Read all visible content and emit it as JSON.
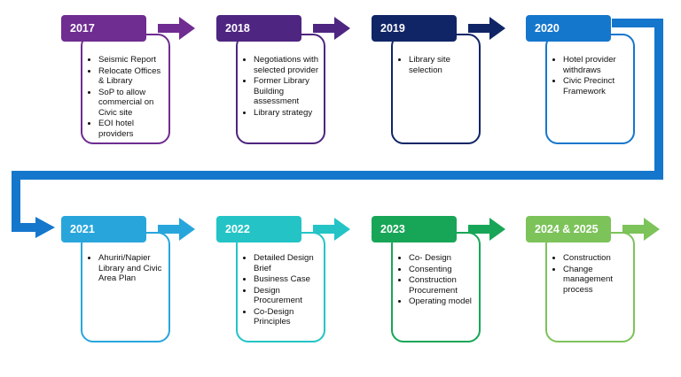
{
  "stages": [
    {
      "year": "2017",
      "color": "#6f2c91",
      "items": [
        "Seismic Report",
        "Relocate Offices & Library",
        "SoP to allow commercial on Civic site",
        "EOI hotel providers"
      ]
    },
    {
      "year": "2018",
      "color": "#4e2580",
      "items": [
        "Negotiations with selected provider",
        "Former Library Building assessment",
        "Library strategy"
      ]
    },
    {
      "year": "2019",
      "color": "#0f2566",
      "items": [
        "Library site selection"
      ]
    },
    {
      "year": "2020",
      "color": "#1577cc",
      "items": [
        "Hotel provider withdraws",
        "Civic Precinct Framework"
      ]
    },
    {
      "year": "2021",
      "color": "#28a6dc",
      "items": [
        "Ahuriri/Napier Library and Civic Area Plan"
      ]
    },
    {
      "year": "2022",
      "color": "#24c4c6",
      "items": [
        "Detailed Design Brief",
        "Business Case",
        "Design Procurement",
        "Co-Design Principles"
      ]
    },
    {
      "year": "2023",
      "color": "#17a657",
      "items": [
        "Co- Design",
        "Consenting",
        "Construction Procurement",
        "Operating model"
      ]
    },
    {
      "year": "2024 & 2025",
      "color": "#7cc35a",
      "items": [
        "Construction",
        "Change management process"
      ]
    }
  ],
  "connector_color": "#1577cc",
  "icons": {
    "arrow": "right-arrow-icon",
    "connector": "connector-arrow-icon"
  }
}
